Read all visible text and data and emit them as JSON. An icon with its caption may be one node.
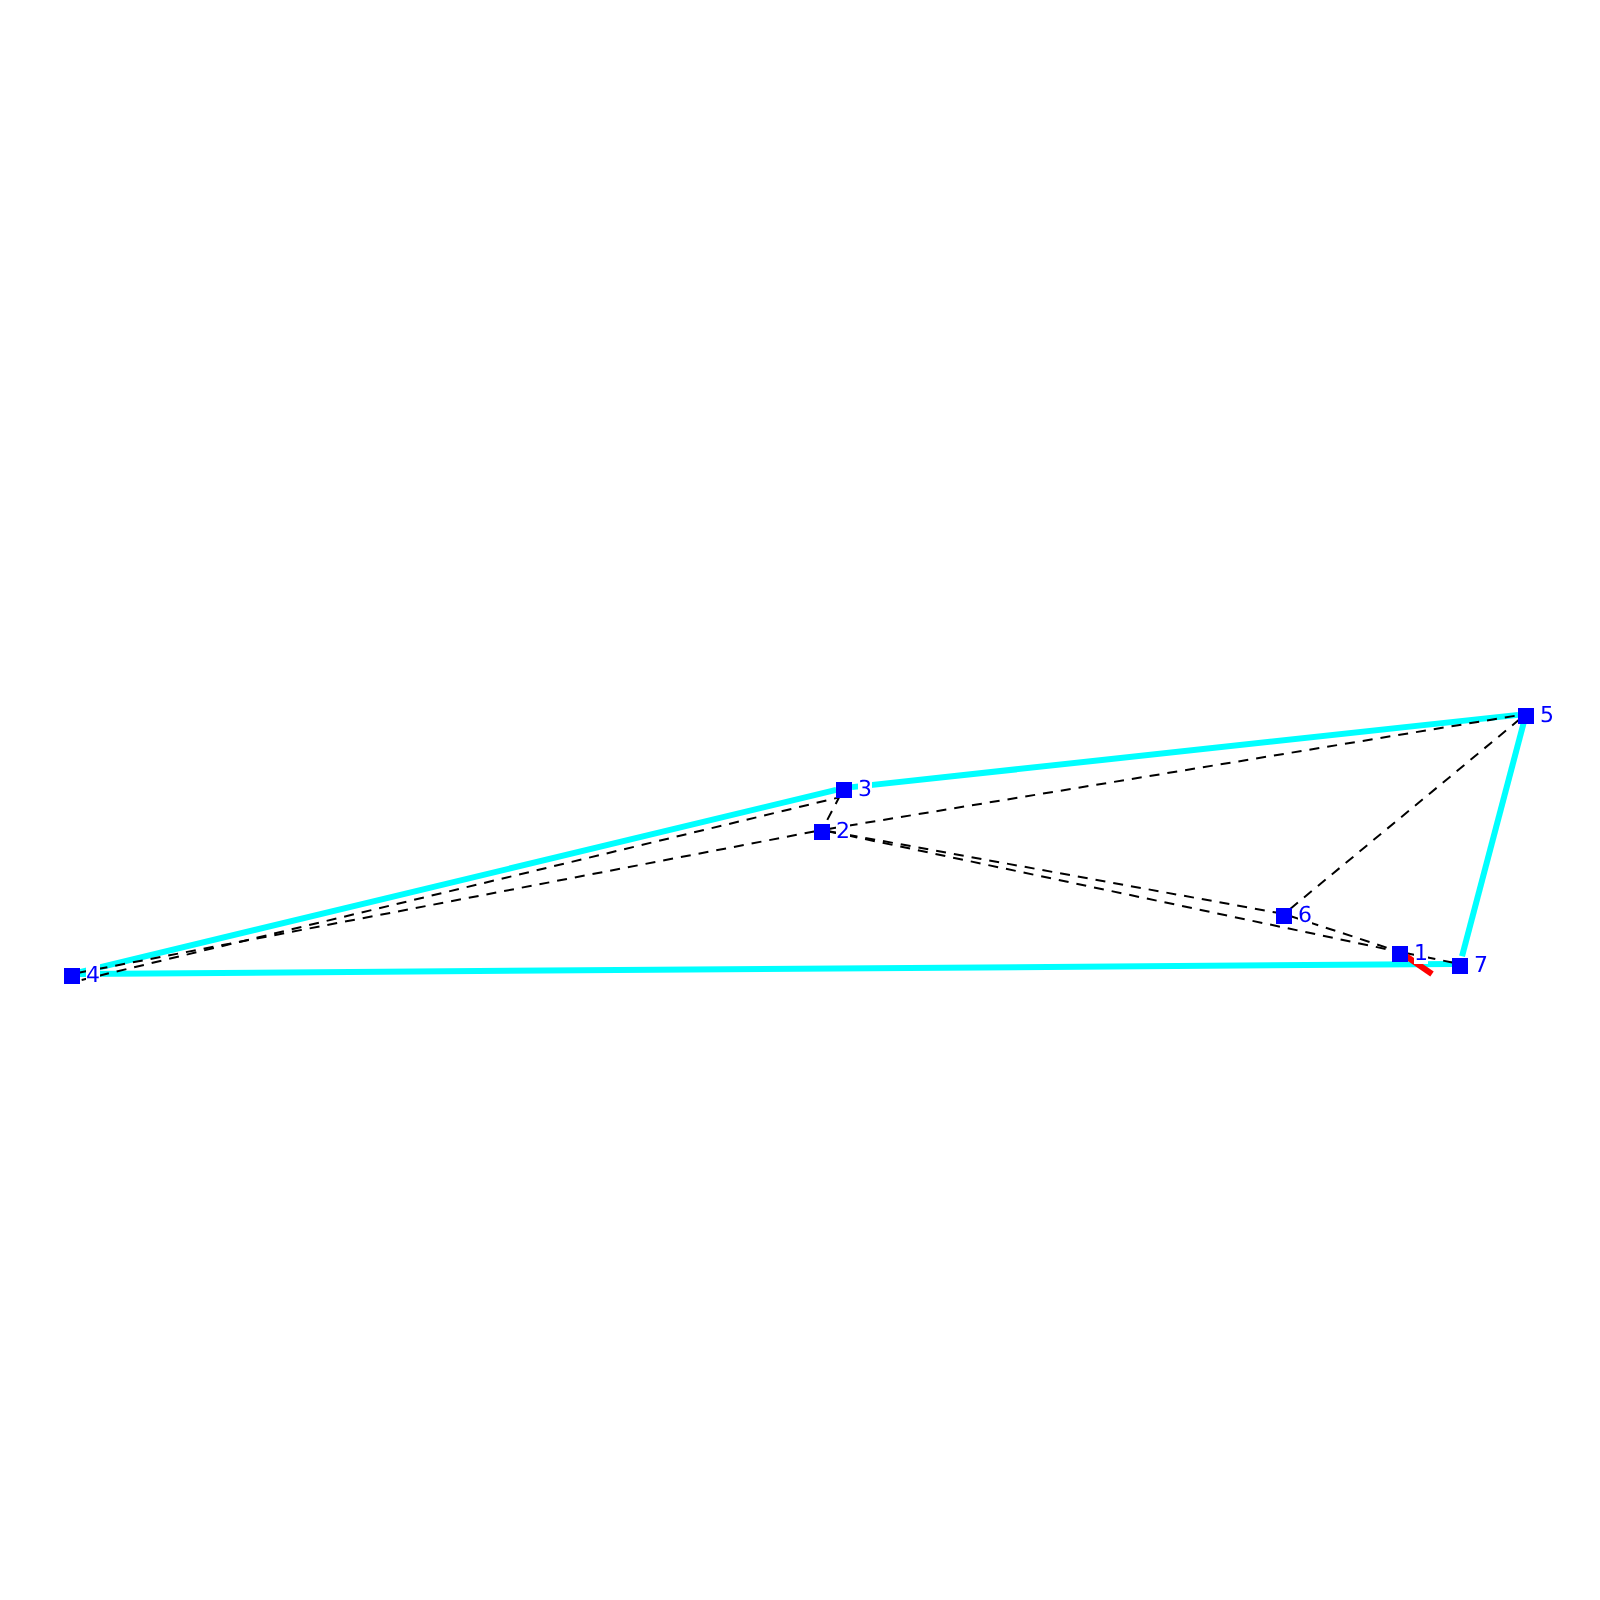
{
  "diagram": {
    "nodes": [
      {
        "text": [
          "1"
        ]
      },
      {
        "text": [
          "2"
        ]
      },
      {
        "text": [
          "3"
        ]
      },
      {
        "text": [
          "4"
        ]
      },
      {
        "text": [
          "5"
        ]
      },
      {
        "text": [
          "6"
        ]
      },
      {
        "text": [
          "7"
        ]
      }
    ],
    "edges": [
      {
        "from": 3,
        "to": 2,
        "arrow": "none",
        "style": "thick",
        "color": "#00ffff"
      },
      {
        "from": 2,
        "to": 4,
        "arrow": "none",
        "style": "thick",
        "color": "#00ffff"
      },
      {
        "from": 4,
        "to": 6,
        "arrow": "none",
        "style": "thick",
        "color": "#00ffff"
      },
      {
        "from": 6,
        "to": 3,
        "arrow": "none",
        "style": "thick",
        "color": "#00ffff"
      },
      {
        "from": 3,
        "to": 2,
        "arrow": "none",
        "style": "dashed"
      },
      {
        "from": 3,
        "to": 1,
        "arrow": "none",
        "style": "dashed"
      },
      {
        "from": 1,
        "to": 4,
        "arrow": "none",
        "style": "dashed"
      },
      {
        "from": 2,
        "to": 1,
        "arrow": "none",
        "style": "dashed"
      },
      {
        "from": 1,
        "to": 5,
        "arrow": "none",
        "style": "dashed"
      },
      {
        "from": 1,
        "to": 0,
        "arrow": "none",
        "style": "dashed"
      },
      {
        "from": 5,
        "to": 0,
        "arrow": "none",
        "style": "dashed"
      },
      {
        "from": 0,
        "to": 6,
        "arrow": "none",
        "style": "dashed"
      },
      {
        "from": 5,
        "to": 4,
        "arrow": "none",
        "style": "dashed"
      },
      {
        "from": 0,
        "to": null,
        "arrow": "none",
        "style": "thick",
        "color": "#ff0000"
      }
    ]
  }
}
